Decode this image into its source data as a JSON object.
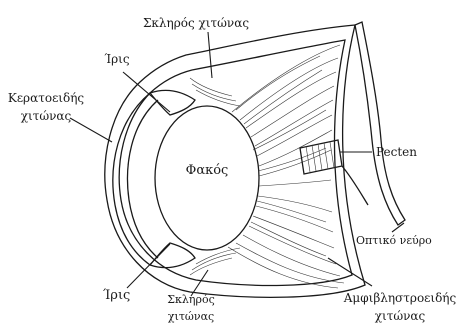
{
  "labels": {
    "sclera_top": "Σκληρός χιτώνας",
    "iris_top": "Ίρις",
    "cornea_line1": "Κερατοειδής",
    "cornea_line2": "χιτώνας",
    "lens": "Φακός",
    "pecten": "Pecten",
    "optic_nerve": "Οπτικό νεύρο",
    "iris_bottom": "Ίρις",
    "sclera_bottom_line1": "Σκληρός",
    "sclera_bottom_line2": "χιτώνας",
    "retina_line1": "Αμφιβληστροειδής",
    "retina_line2": "χιτώνας"
  }
}
